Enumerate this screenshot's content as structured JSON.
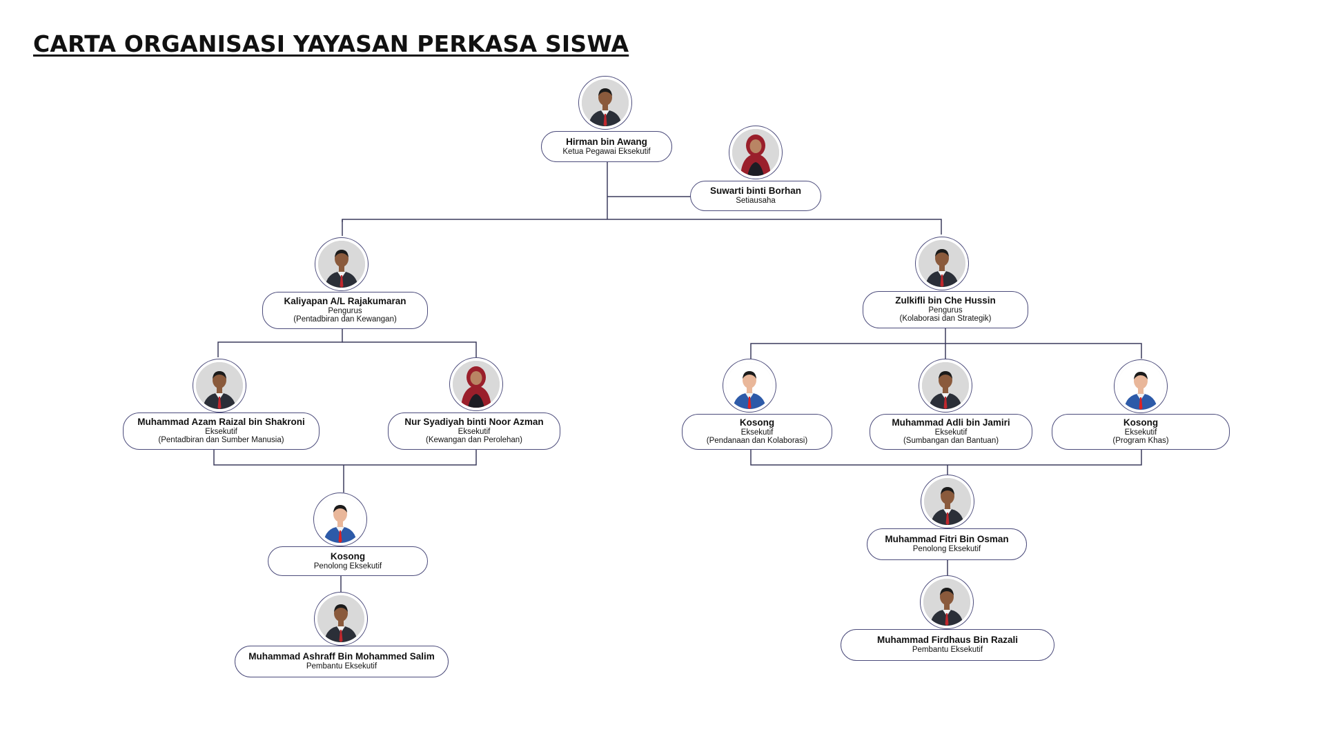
{
  "title": "CARTA ORGANISASI YAYASAN PERKASA SISWA",
  "nodes": [
    {
      "name": "Hirman bin Awang",
      "role": "Ketua Pegawai Eksekutif",
      "dept": "",
      "avatar": "male-suit-photo"
    },
    {
      "name": "Suwarti binti Borhan",
      "role": "Setiausaha",
      "dept": "",
      "avatar": "female-hijab-photo"
    },
    {
      "name": "Kaliyapan A/L Rajakumaran",
      "role": "Pengurus",
      "dept": "(Pentadbiran dan Kewangan)",
      "avatar": "male-suit-photo"
    },
    {
      "name": "Zulkifli bin Che Hussin",
      "role": "Pengurus",
      "dept": "(Kolaborasi dan Strategik)",
      "avatar": "male-suit-photo"
    },
    {
      "name": "Muhammad Azam Raizal bin Shakroni",
      "role": "Eksekutif",
      "dept": "(Pentadbiran dan Sumber Manusia)",
      "avatar": "male-suit-photo"
    },
    {
      "name": "Nur Syadiyah binti Noor Azman",
      "role": "Eksekutif",
      "dept": "(Kewangan dan Perolehan)",
      "avatar": "female-hijab-photo"
    },
    {
      "name": "Kosong",
      "role": "Eksekutif",
      "dept": "(Pendanaan dan Kolaborasi)",
      "avatar": "placeholder-person-icon"
    },
    {
      "name": "Muhammad Adli bin Jamiri",
      "role": "Eksekutif",
      "dept": "(Sumbangan dan Bantuan)",
      "avatar": "male-suit-photo"
    },
    {
      "name": "Kosong",
      "role": "Eksekutif",
      "dept": "(Program Khas)",
      "avatar": "placeholder-person-icon"
    },
    {
      "name": "Kosong",
      "role": "Penolong Eksekutif",
      "dept": "",
      "avatar": "placeholder-person-icon"
    },
    {
      "name": "Muhammad Fitri Bin Osman",
      "role": "Penolong Eksekutif",
      "dept": "",
      "avatar": "male-suit-photo"
    },
    {
      "name": "Muhammad Ashraff Bin Mohammed Salim",
      "role": "Pembantu Eksekutif",
      "dept": "",
      "avatar": "male-suit-photo"
    },
    {
      "name": "Muhammad Firdhaus  Bin Razali",
      "role": "Pembantu Eksekutif",
      "dept": "",
      "avatar": "male-suit-photo"
    }
  ]
}
